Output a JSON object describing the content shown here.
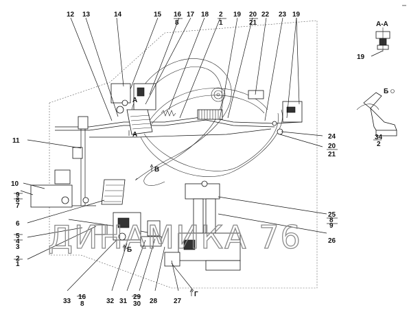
{
  "labels": {
    "top": [
      "12",
      "13",
      "14",
      "15",
      "16",
      "8",
      "17",
      "18",
      "2",
      "1",
      "19",
      "20",
      "21",
      "22",
      "23",
      "19"
    ],
    "left": [
      "11",
      "10",
      "9",
      "8",
      "7",
      "6",
      "5",
      "4",
      "3",
      "2",
      "1"
    ],
    "right": [
      "24",
      "20",
      "21",
      "25",
      "8",
      "9",
      "26",
      "34",
      "2"
    ],
    "bottom": [
      "33",
      "16",
      "8",
      "32",
      "31",
      "29",
      "30",
      "28",
      "27"
    ],
    "inset_a": "19"
  },
  "views": {
    "section_aa": "А-А",
    "view_b": "Б",
    "marker_a": "А",
    "marker_a2": "А",
    "marker_v": "В",
    "marker_b2": "Б",
    "marker_g": "Г"
  },
  "watermark": "ДИНАМИКА 76"
}
